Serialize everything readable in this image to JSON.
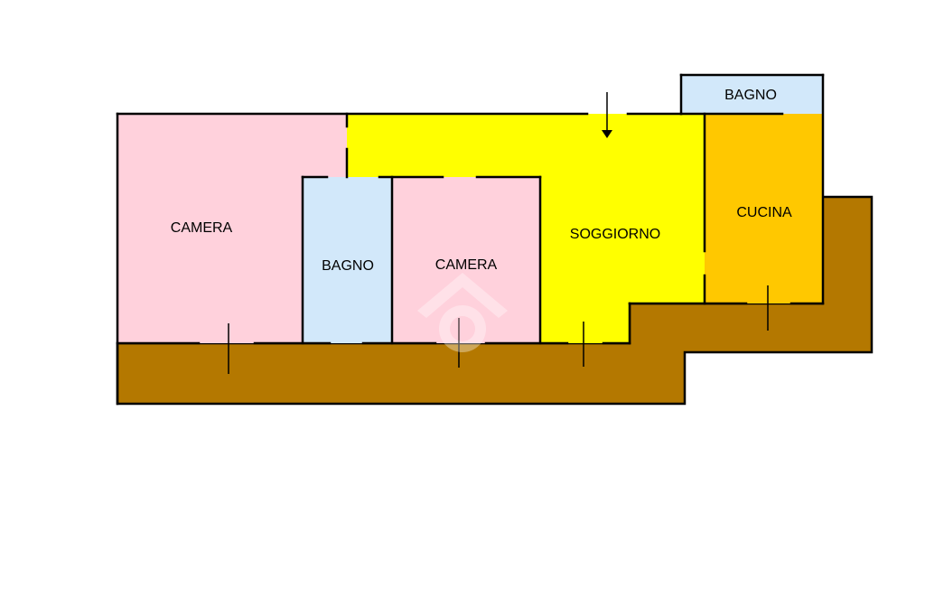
{
  "rooms": {
    "camera_left": {
      "label": "CAMERA"
    },
    "bagno_center": {
      "label": "BAGNO"
    },
    "camera_center": {
      "label": "CAMERA"
    },
    "soggiorno": {
      "label": "SOGGIORNO"
    },
    "bagno_top": {
      "label": "BAGNO"
    },
    "cucina": {
      "label": "CUCINA"
    }
  },
  "colors": {
    "camera": "#ffd1dc",
    "bagno": "#d2e8fa",
    "soggiorno": "#ffff00",
    "cucina": "#ffc800",
    "terrace": "#b47800",
    "wall": "#000000",
    "background": "#ffffff"
  },
  "icons": {
    "entrance": "entrance-arrow-icon",
    "watermark": "house-watermark-icon"
  }
}
